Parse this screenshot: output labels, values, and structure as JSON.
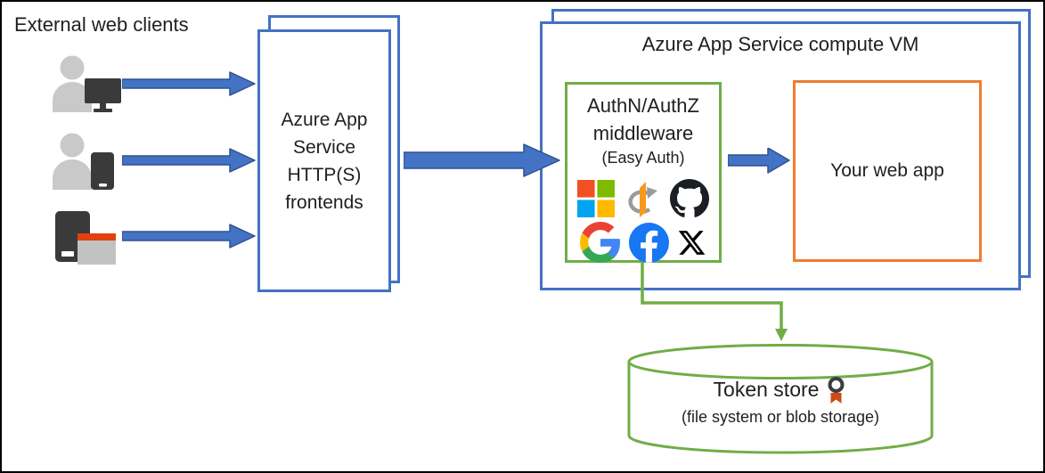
{
  "diagram": {
    "external_clients_label": "External web clients",
    "clients": [
      "desktop-user",
      "mobile-user",
      "server-app"
    ],
    "frontends": {
      "lines": [
        "Azure App",
        "Service",
        "HTTP(S)",
        "frontends"
      ]
    },
    "compute_vm": {
      "title": "Azure App Service compute VM"
    },
    "auth_middleware": {
      "line1": "AuthN/AuthZ",
      "line2": "middleware",
      "subtitle": "(Easy Auth)",
      "providers": [
        "microsoft",
        "openid",
        "github",
        "google",
        "facebook",
        "x-twitter"
      ]
    },
    "web_app": {
      "label": "Your web app"
    },
    "token_store": {
      "title": "Token store",
      "subtitle": "(file system or blob storage)"
    },
    "colors": {
      "box_blue": "#4472C4",
      "arrow_fill": "#4472C4",
      "arrow_stroke": "#2F528F",
      "green": "#70AD47",
      "orange": "#ED7D31"
    }
  }
}
